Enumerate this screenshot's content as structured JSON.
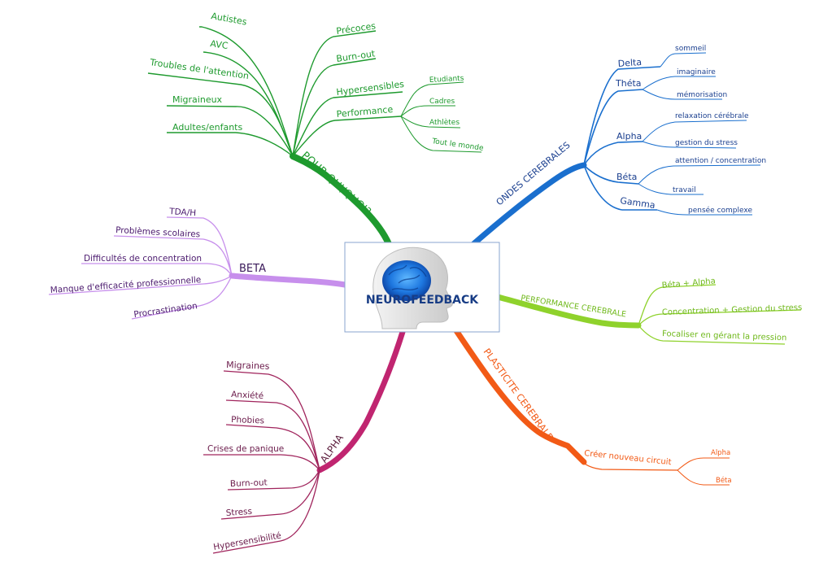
{
  "center": {
    "title": "NEUROFEEDBACK"
  },
  "colors": {
    "green": "#1e9a2e",
    "blue": "#1a6fce",
    "lime": "#8fd22c",
    "orange": "#f25a16",
    "purple": "#8a2bb8",
    "lavender": "#c78fec",
    "magenta": "#c02570",
    "maroon": "#a0245c",
    "text_blue": "#1a3f8f",
    "center_text": "#173c85"
  },
  "branches": {
    "pour_qui": {
      "label": "POUR QUI/QUOI?",
      "items": [
        "Autistes",
        "AVC",
        "Troubles de l'attention",
        "Migraineux",
        "Adultes/enfants",
        "Précoces",
        "Burn-out",
        "Hypersensibles",
        "Performance"
      ],
      "performance_items": [
        "Etudiants",
        "Cadres",
        "Athlètes",
        "Tout le monde"
      ]
    },
    "ondes": {
      "label": "ONDES CEREBRALES",
      "waves": [
        {
          "name": "Delta",
          "items": [
            "sommeil"
          ]
        },
        {
          "name": "Théta",
          "items": [
            "imaginaire",
            "mémorisation"
          ]
        },
        {
          "name": "Alpha",
          "items": [
            "relaxation cérébrale",
            "gestion du stress"
          ]
        },
        {
          "name": "Béta",
          "items": [
            "attention / concentration",
            "travail"
          ]
        },
        {
          "name": "Gamma",
          "items": [
            "pensée complexe"
          ]
        }
      ]
    },
    "performance": {
      "label": "PERFORMANCE CEREBRALE",
      "items": [
        "Béta + Alpha",
        "Concentration + Gestion du stress",
        "Focaliser en gérant la pression"
      ]
    },
    "plasticite": {
      "label": "PLASTICITE CEREBRALE",
      "sub": "Créer nouveau circuit",
      "items": [
        "Alpha",
        "Béta"
      ]
    },
    "alpha": {
      "label": "ALPHA",
      "items": [
        "Migraines",
        "Anxiété",
        "Phobies",
        "Crises de panique",
        "Burn-out",
        "Stress",
        "Hypersensibilité"
      ]
    },
    "beta": {
      "label": "BETA",
      "items": [
        "TDA/H",
        "Problèmes scolaires",
        "Difficultés de concentration",
        "Manque d'efficacité professionnelle",
        "Procrastination"
      ]
    }
  }
}
